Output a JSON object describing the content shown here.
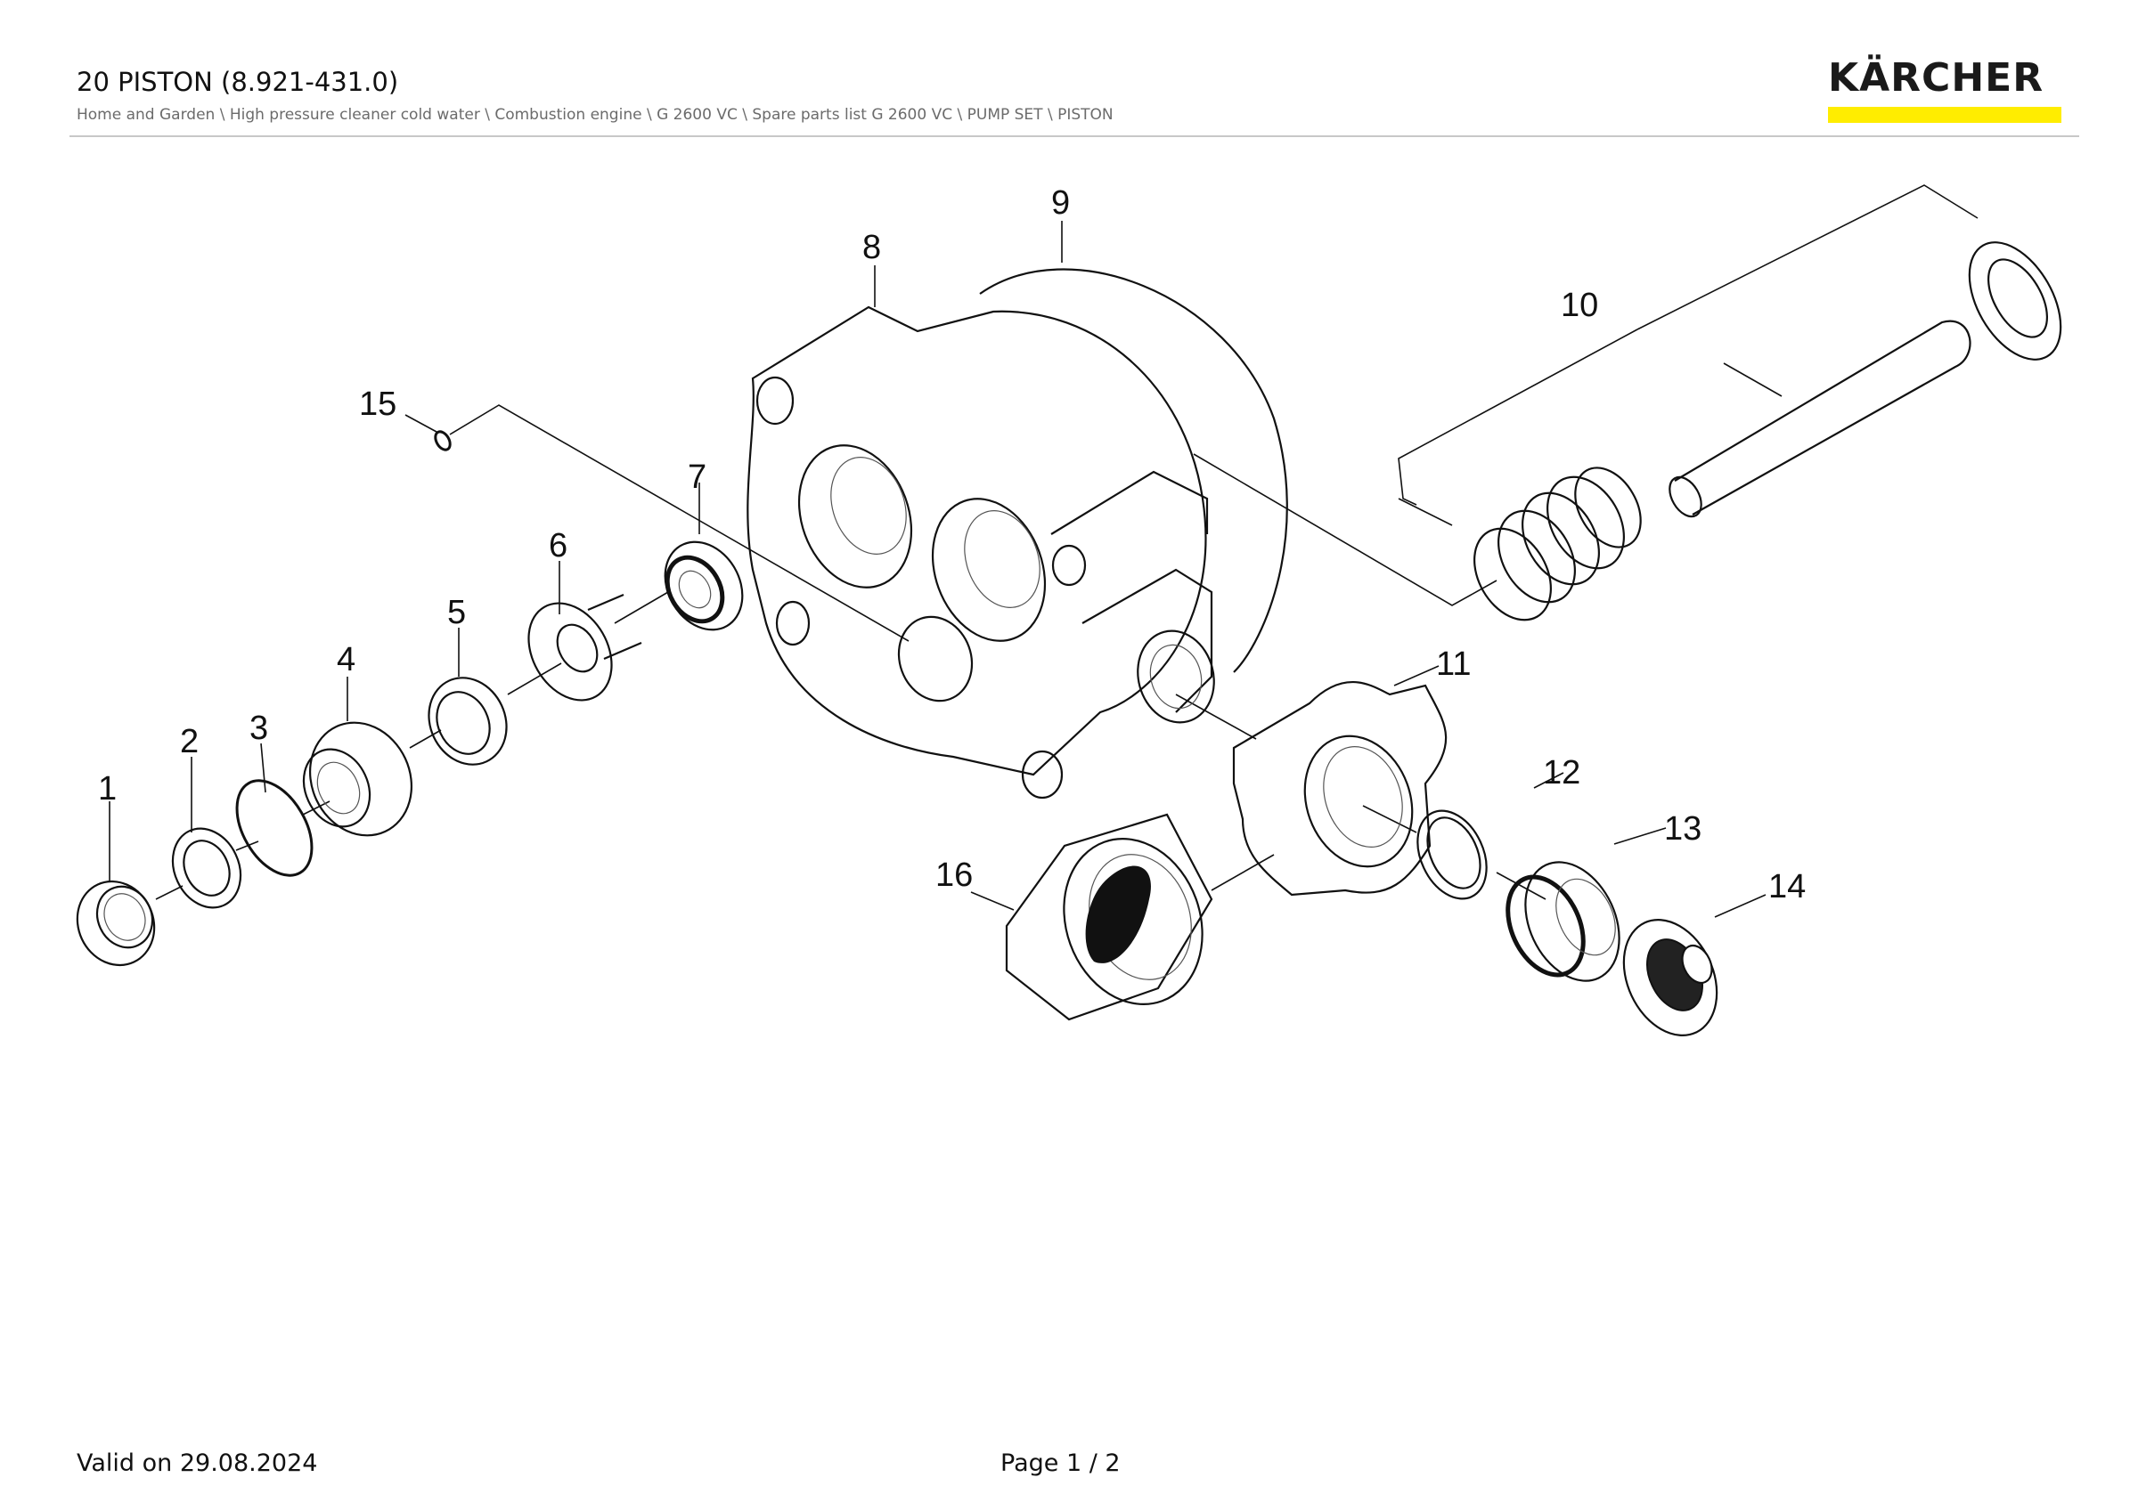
{
  "header": {
    "title": "20 PISTON (8.921-431.0)",
    "breadcrumb": "Home and Garden \\ High pressure cleaner cold water \\ Combustion engine \\ G 2600 VC \\ Spare parts list G 2600 VC \\ PUMP SET \\ PISTON"
  },
  "logo": {
    "text": "KÄRCHER",
    "bar_color": "#ffed00"
  },
  "callouts": [
    "1",
    "2",
    "3",
    "4",
    "5",
    "6",
    "7",
    "8",
    "9",
    "10",
    "11",
    "12",
    "13",
    "14",
    "15",
    "16"
  ],
  "footer": {
    "valid": "Valid on 29.08.2024",
    "page": "Page 1 / 2"
  }
}
